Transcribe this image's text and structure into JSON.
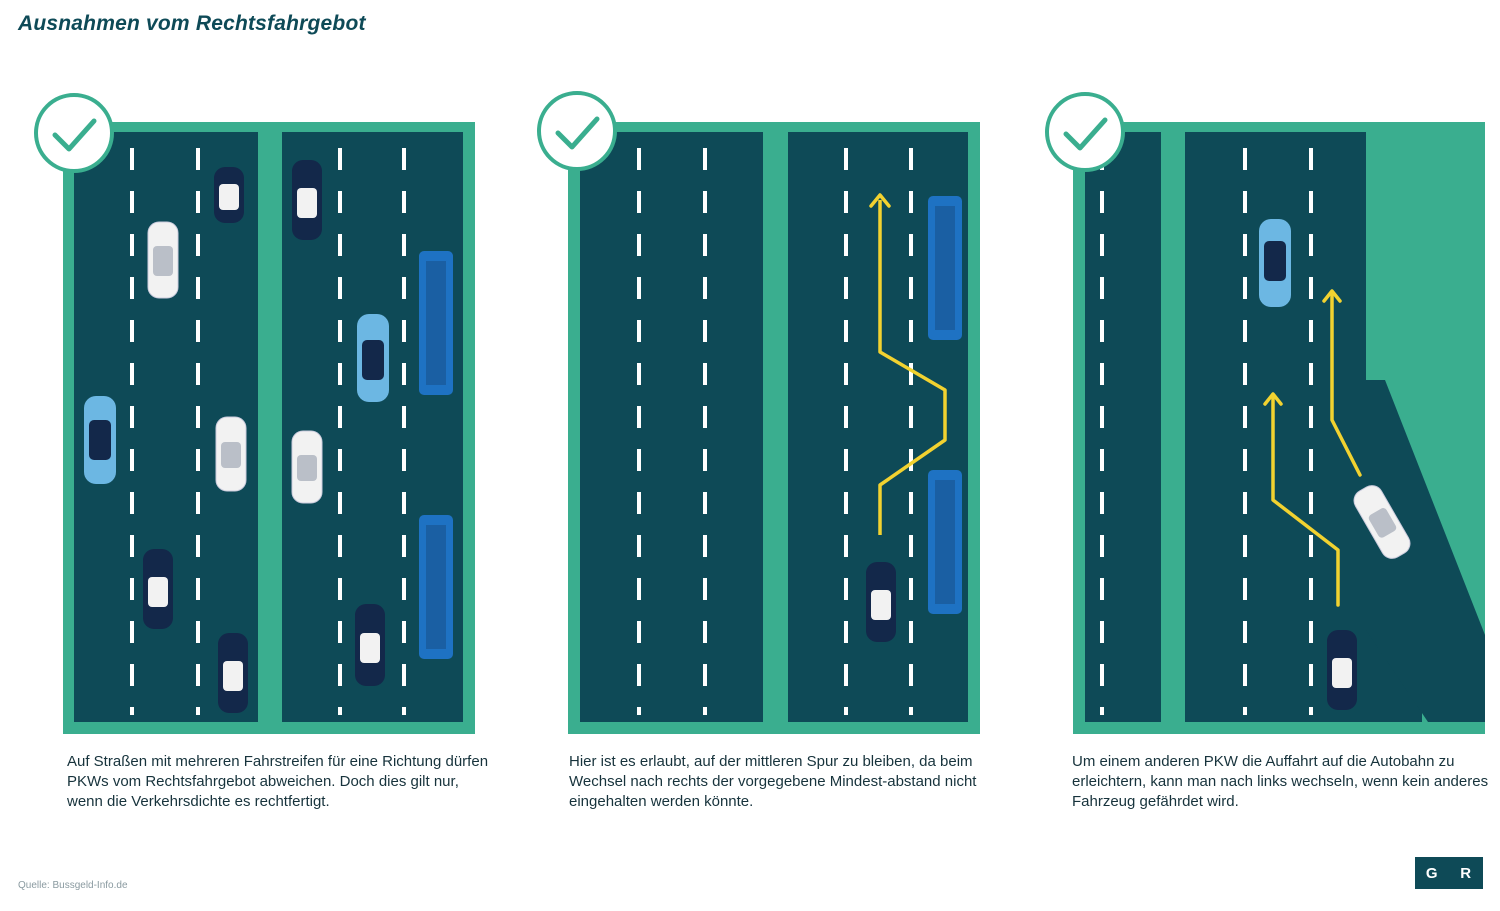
{
  "title": "Ausnahmen vom Rechtsfahrgebot",
  "colors": {
    "road": "#0e4a57",
    "border": "#3aae8f",
    "lane_mark": "#ffffff",
    "arrow": "#f2d230",
    "car_dark": "#13284a",
    "car_white": "#f2f2f2",
    "car_blue": "#6cb7e3",
    "bus": "#1e72c3"
  },
  "panels": [
    {
      "check_icon": "check-circle-icon",
      "caption": "Auf Straßen mit mehreren Fahrstreifen für eine Richtung dürfen PKWs vom Rechtsfahrgebot abweichen. Doch dies gilt nur, wenn die Verkehrsdichte es rechtfertigt."
    },
    {
      "check_icon": "check-circle-icon",
      "caption": "Hier ist es erlaubt, auf der mittleren Spur zu bleiben, da beim Wechsel nach rechts der vorgegebene Mindest-abstand nicht eingehalten werden könnte."
    },
    {
      "check_icon": "check-circle-icon",
      "caption": "Um einem anderen PKW die Auffahrt auf die Autobahn zu erleichtern, kann man nach links wechseln, wenn kein anderes Fahrzeug gefährdet wird."
    }
  ],
  "source": "Quelle: Bussgeld-Info.de",
  "logo": {
    "letter1": "G",
    "letter2": "R"
  }
}
